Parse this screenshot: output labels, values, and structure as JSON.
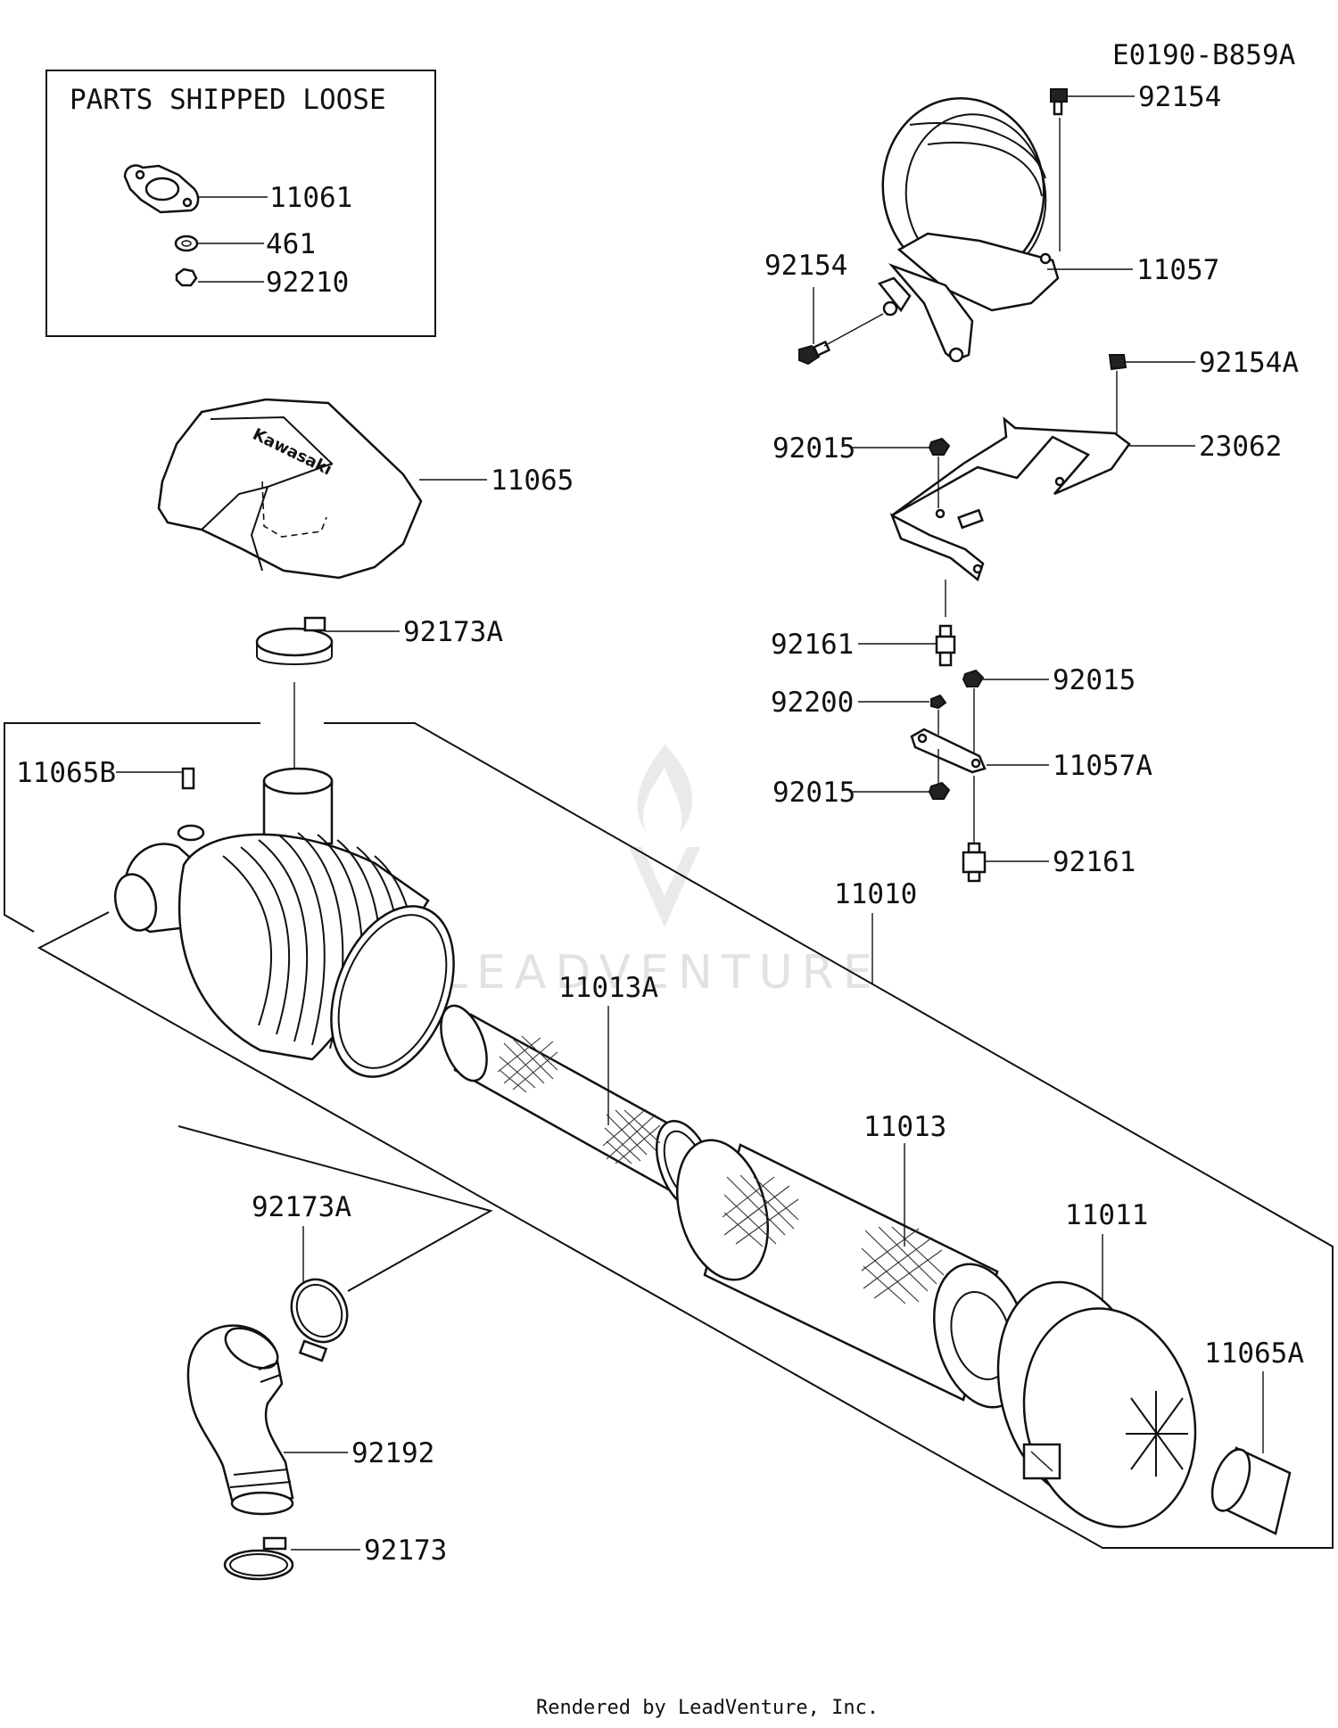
{
  "diagram_code": "E0190-B859A",
  "loose_box_title": "PARTS SHIPPED LOOSE",
  "footer": "Rendered by LeadVenture, Inc.",
  "watermark": {
    "text": "LEADVENTURE"
  },
  "cover_logo": "Kawasaki",
  "part_labels": {
    "p11061": "11061",
    "p461": "461",
    "p92210": "92210",
    "p11065": "11065",
    "p92173A_top": "92173A",
    "p11065B": "11065B",
    "p11010": "11010",
    "p11013A": "11013A",
    "p11013": "11013",
    "p11011": "11011",
    "p11065A": "11065A",
    "p92173A_bottom": "92173A",
    "p92192": "92192",
    "p92173": "92173",
    "p92154_top": "92154",
    "p92154_left": "92154",
    "p11057": "11057",
    "p92154A": "92154A",
    "p92015_a": "92015",
    "p23062": "23062",
    "p92161_a": "92161",
    "p92015_b": "92015",
    "p92200": "92200",
    "p11057A": "11057A",
    "p92015_c": "92015",
    "p92161_b": "92161"
  }
}
